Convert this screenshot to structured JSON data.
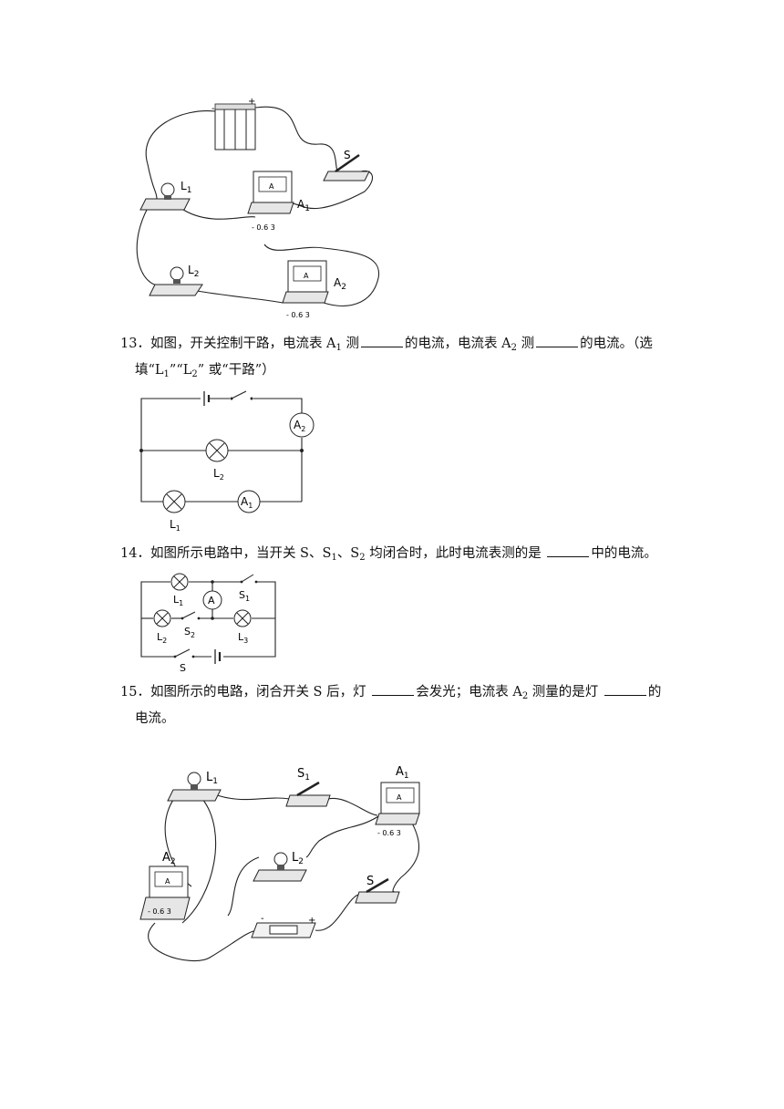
{
  "q13": {
    "num": "13．",
    "seg1": "如图，开关控制干路，电流表 A",
    "sub1": "1",
    "seg2": " 测",
    "seg3": "的电流，电流表 A",
    "sub2": "2",
    "seg4": " 测",
    "seg5": "的电流。（选",
    "line2": "填“L",
    "line2_sub1": "1",
    "line2_mid": "”“L",
    "line2_sub2": "2",
    "line2_end": "” 或“干路”）"
  },
  "q14": {
    "num": "14．",
    "seg1": "如图所示电路中，当开关 S、S",
    "sub1": "1",
    "seg2": "、S",
    "sub2": "2",
    "seg3": " 均闭合时，此时电流表测的是 ",
    "seg4": "中的电流。"
  },
  "q15": {
    "num": "15．",
    "seg1": "如图所示的电路，闭合开关 S 后，灯 ",
    "seg2": "会发光；电流表 A",
    "sub1": "2",
    "seg3": " 测量的是灯 ",
    "seg4": "的",
    "line2": "电流。"
  },
  "labels": {
    "L": "L",
    "A": "A",
    "S": "S",
    "one": "1",
    "two": "2",
    "three": "3",
    "plus": "+",
    "minus": "-",
    "meter_glyph": "A",
    "scale": "- 0.6 3"
  }
}
